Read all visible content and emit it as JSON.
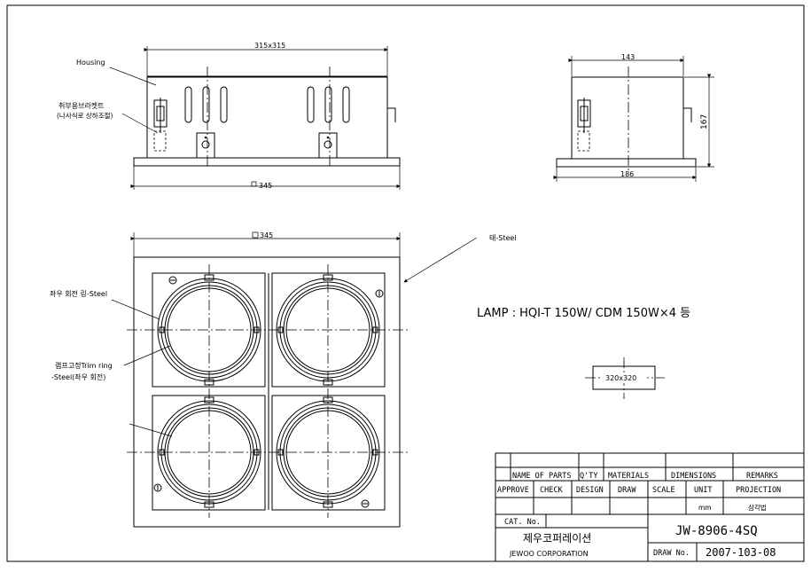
{
  "top_view": {
    "width_dim": "315x315",
    "base_dim": "345",
    "housing_label": "Housing",
    "bracket_label": "취부용브라켓트",
    "bracket_sub": "(나사식로 상하조절)"
  },
  "side_view": {
    "top_dim": "143",
    "height_dim": "167",
    "base_dim": "186"
  },
  "front_view": {
    "width_dim": "345",
    "frame_label": "태-Steel",
    "ring_label": "좌우 회전 링-Steel",
    "trim_label_1": "램프고정Trim ring",
    "trim_label_2": "-Steel(좌우 회전)"
  },
  "lamp_spec": "LAMP  :  HQI-T 150W/ CDM 150W×4 등",
  "cutout_dim": "320x320",
  "title_block": {
    "h_name": "NAME OF PARTS",
    "h_qty": "Q'TY",
    "h_materials": "MATERIALS",
    "h_dimensions": "DIMENSIONS",
    "h_remarks": "REMARKS",
    "r_approve": "APPROVE",
    "r_check": "CHECK",
    "r_design": "DESIGN",
    "r_draw": "DRAW",
    "r_scale": "SCALE",
    "r_unit": "UNIT",
    "r_projection": "PROJECTION",
    "unit_value": "mm",
    "projection_value": "삼각법",
    "cat_no_label": "CAT. No.",
    "company_kr": "제우코퍼레이션",
    "company_en": "JEWOO CORPORATION",
    "model_no": "JW-8906-4SQ",
    "draw_no_label": "DRAW No.",
    "draw_no_value": "2007-103-08"
  }
}
